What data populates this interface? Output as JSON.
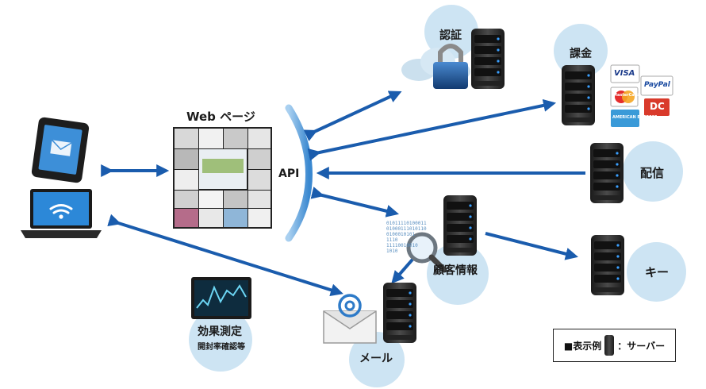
{
  "nodes": {
    "web_page": "Web ページ",
    "api": "API",
    "auth": "認証",
    "billing": "課金",
    "delivery": "配信",
    "customer_info": "顧客情報",
    "key": "キー",
    "mail": "メール",
    "effect_title": "効果測定",
    "effect_sub": "開封率確認等"
  },
  "payment_brands": [
    "VISA",
    "PayPal",
    "MasterCard",
    "DC",
    "AMERICAN EXPRESS"
  ],
  "binary_text": [
    "01011110100011",
    "01000111010110",
    "0100010101",
    "1110",
    "11110010010",
    "1010"
  ],
  "legend": {
    "prefix": "■表示例",
    "suffix": "：サーバー"
  },
  "icons": [
    "tablet-mail-icon",
    "laptop-wifi-icon",
    "cloud-lock-icon",
    "server-icon",
    "magnifier-icon",
    "envelope-at-icon",
    "monitor-chart-icon"
  ],
  "colors": {
    "arrow": "#1a5cad",
    "bubble": "#cde4f3",
    "server": "#2a2a2a",
    "server_led": "#3aa0ff"
  }
}
